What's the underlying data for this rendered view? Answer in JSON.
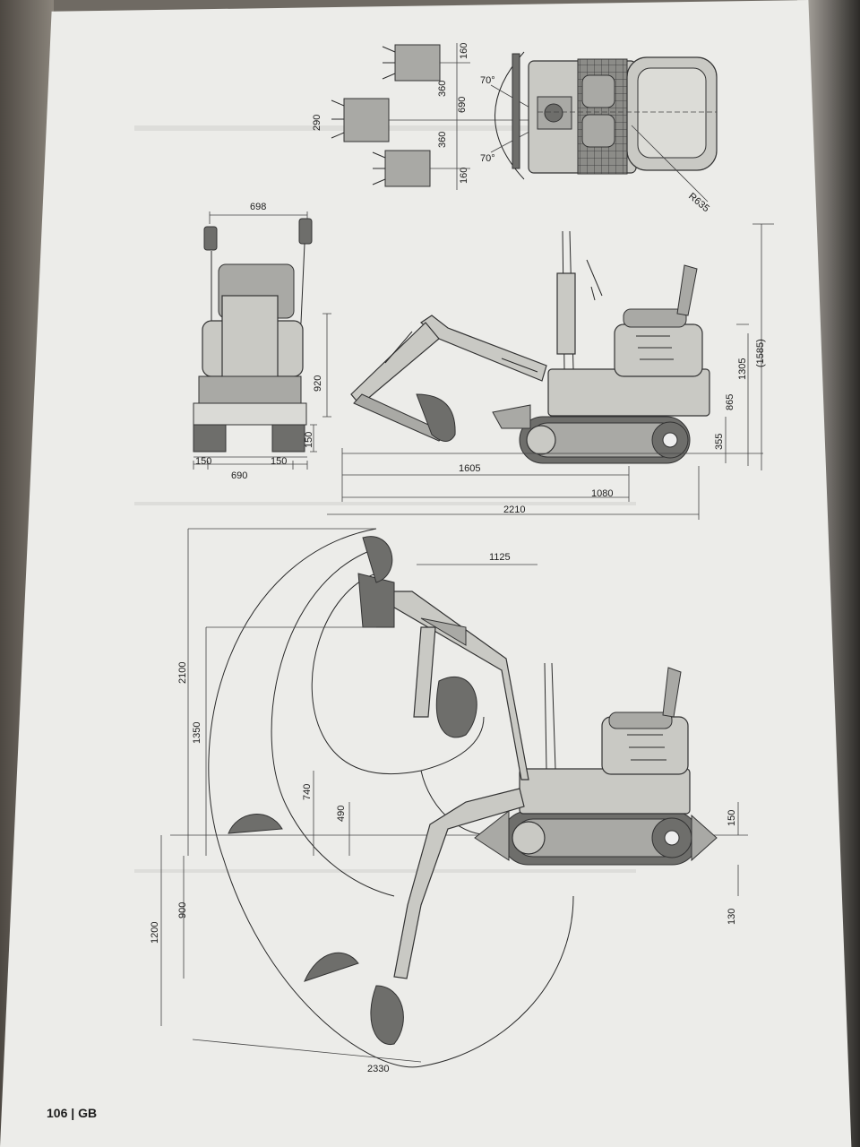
{
  "page": {
    "number": "106",
    "separator": "|",
    "lang": "GB"
  },
  "dims": {
    "top_160a": "160",
    "top_360a": "360",
    "top_690": "690",
    "top_360b": "360",
    "top_160b": "160",
    "top_290": "290",
    "angle_a": "70°",
    "angle_b": "70°",
    "radius": "R635",
    "front_698": "698",
    "front_150": "150",
    "front_150l": "150",
    "front_150r": "150",
    "front_690": "690",
    "side_920": "920",
    "side_1605": "1605",
    "side_1080": "1080",
    "side_2210": "2210",
    "side_355": "355",
    "side_865": "865",
    "side_1305": "1305",
    "side_1585": "(1585)",
    "reach_1125": "1125",
    "reach_2100": "2100",
    "reach_1350": "1350",
    "reach_740": "740",
    "reach_490": "490",
    "reach_900": "900",
    "reach_1200": "1200",
    "reach_150": "150",
    "reach_130": "130",
    "reach_2330": "2330"
  },
  "colors": {
    "paper": "#ecece9",
    "ink": "#2a2a2a",
    "body": "#c9c9c4"
  }
}
